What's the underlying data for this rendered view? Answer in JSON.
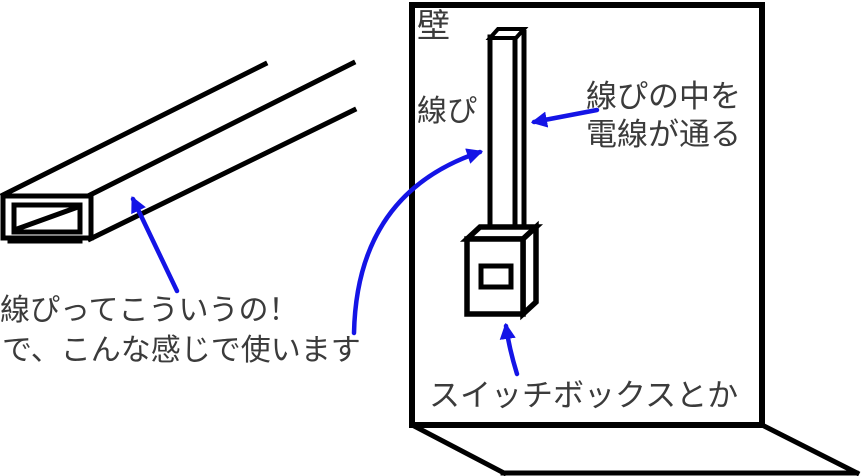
{
  "colors": {
    "ink": "#000000",
    "arrow": "#1414e6",
    "text": "#3b3b3b",
    "background": "#ffffff"
  },
  "labels": {
    "wall": "壁",
    "raceway": "線ぴ",
    "wires_line1": "線ぴの中を",
    "wires_line2": "電線が通る",
    "sample_line1": "線ぴってこういうの！",
    "sample_line2": "で、こんな感じで使います",
    "switch_box": "スイッチボックスとか"
  }
}
